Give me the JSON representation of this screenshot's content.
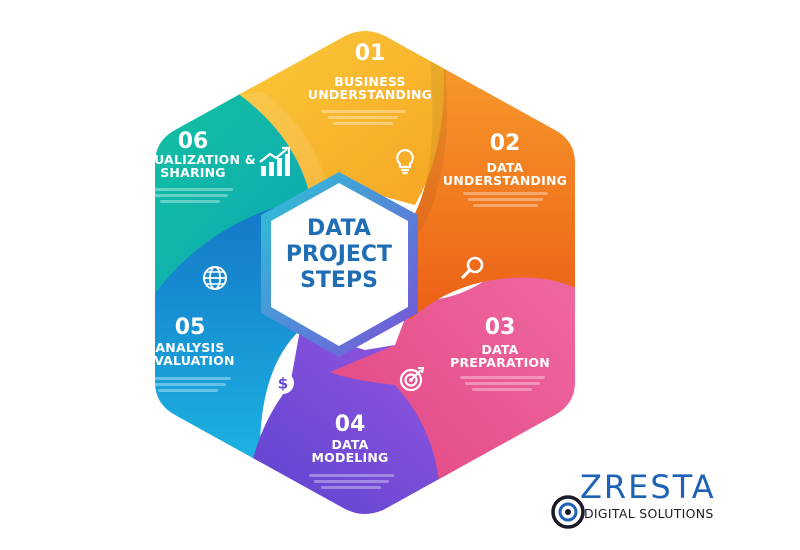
{
  "center_title": [
    "DATA",
    "PROJECT",
    "STEPS"
  ],
  "steps": [
    {
      "number": "01",
      "title": [
        "BUSINESS",
        "UNDERSTANDING"
      ],
      "icon": "lightbulb-icon",
      "color": "#f7b52c"
    },
    {
      "number": "02",
      "title": [
        "DATA",
        "UNDERSTANDING"
      ],
      "icon": "magnifier-icon",
      "color": "#f0761d"
    },
    {
      "number": "03",
      "title": [
        "DATA",
        "PREPARATION"
      ],
      "icon": "target-icon",
      "color": "#ea4f8b"
    },
    {
      "number": "04",
      "title": [
        "DATA",
        "MODELING"
      ],
      "icon": "dollar-coin-icon",
      "color": "#7a4dd8"
    },
    {
      "number": "05",
      "title": [
        "ANALYSIS",
        "EVALUATION"
      ],
      "icon": "globe-icon",
      "color": "#1593d6"
    },
    {
      "number": "06",
      "title": [
        "VISUALIZATION &",
        "SHARING"
      ],
      "icon": "growth-chart-icon",
      "color": "#16b9a8"
    }
  ],
  "logo": {
    "name": "ZRESTA",
    "subtitle": "DIGITAL SOLUTIONS",
    "color": "#1e62b6"
  }
}
